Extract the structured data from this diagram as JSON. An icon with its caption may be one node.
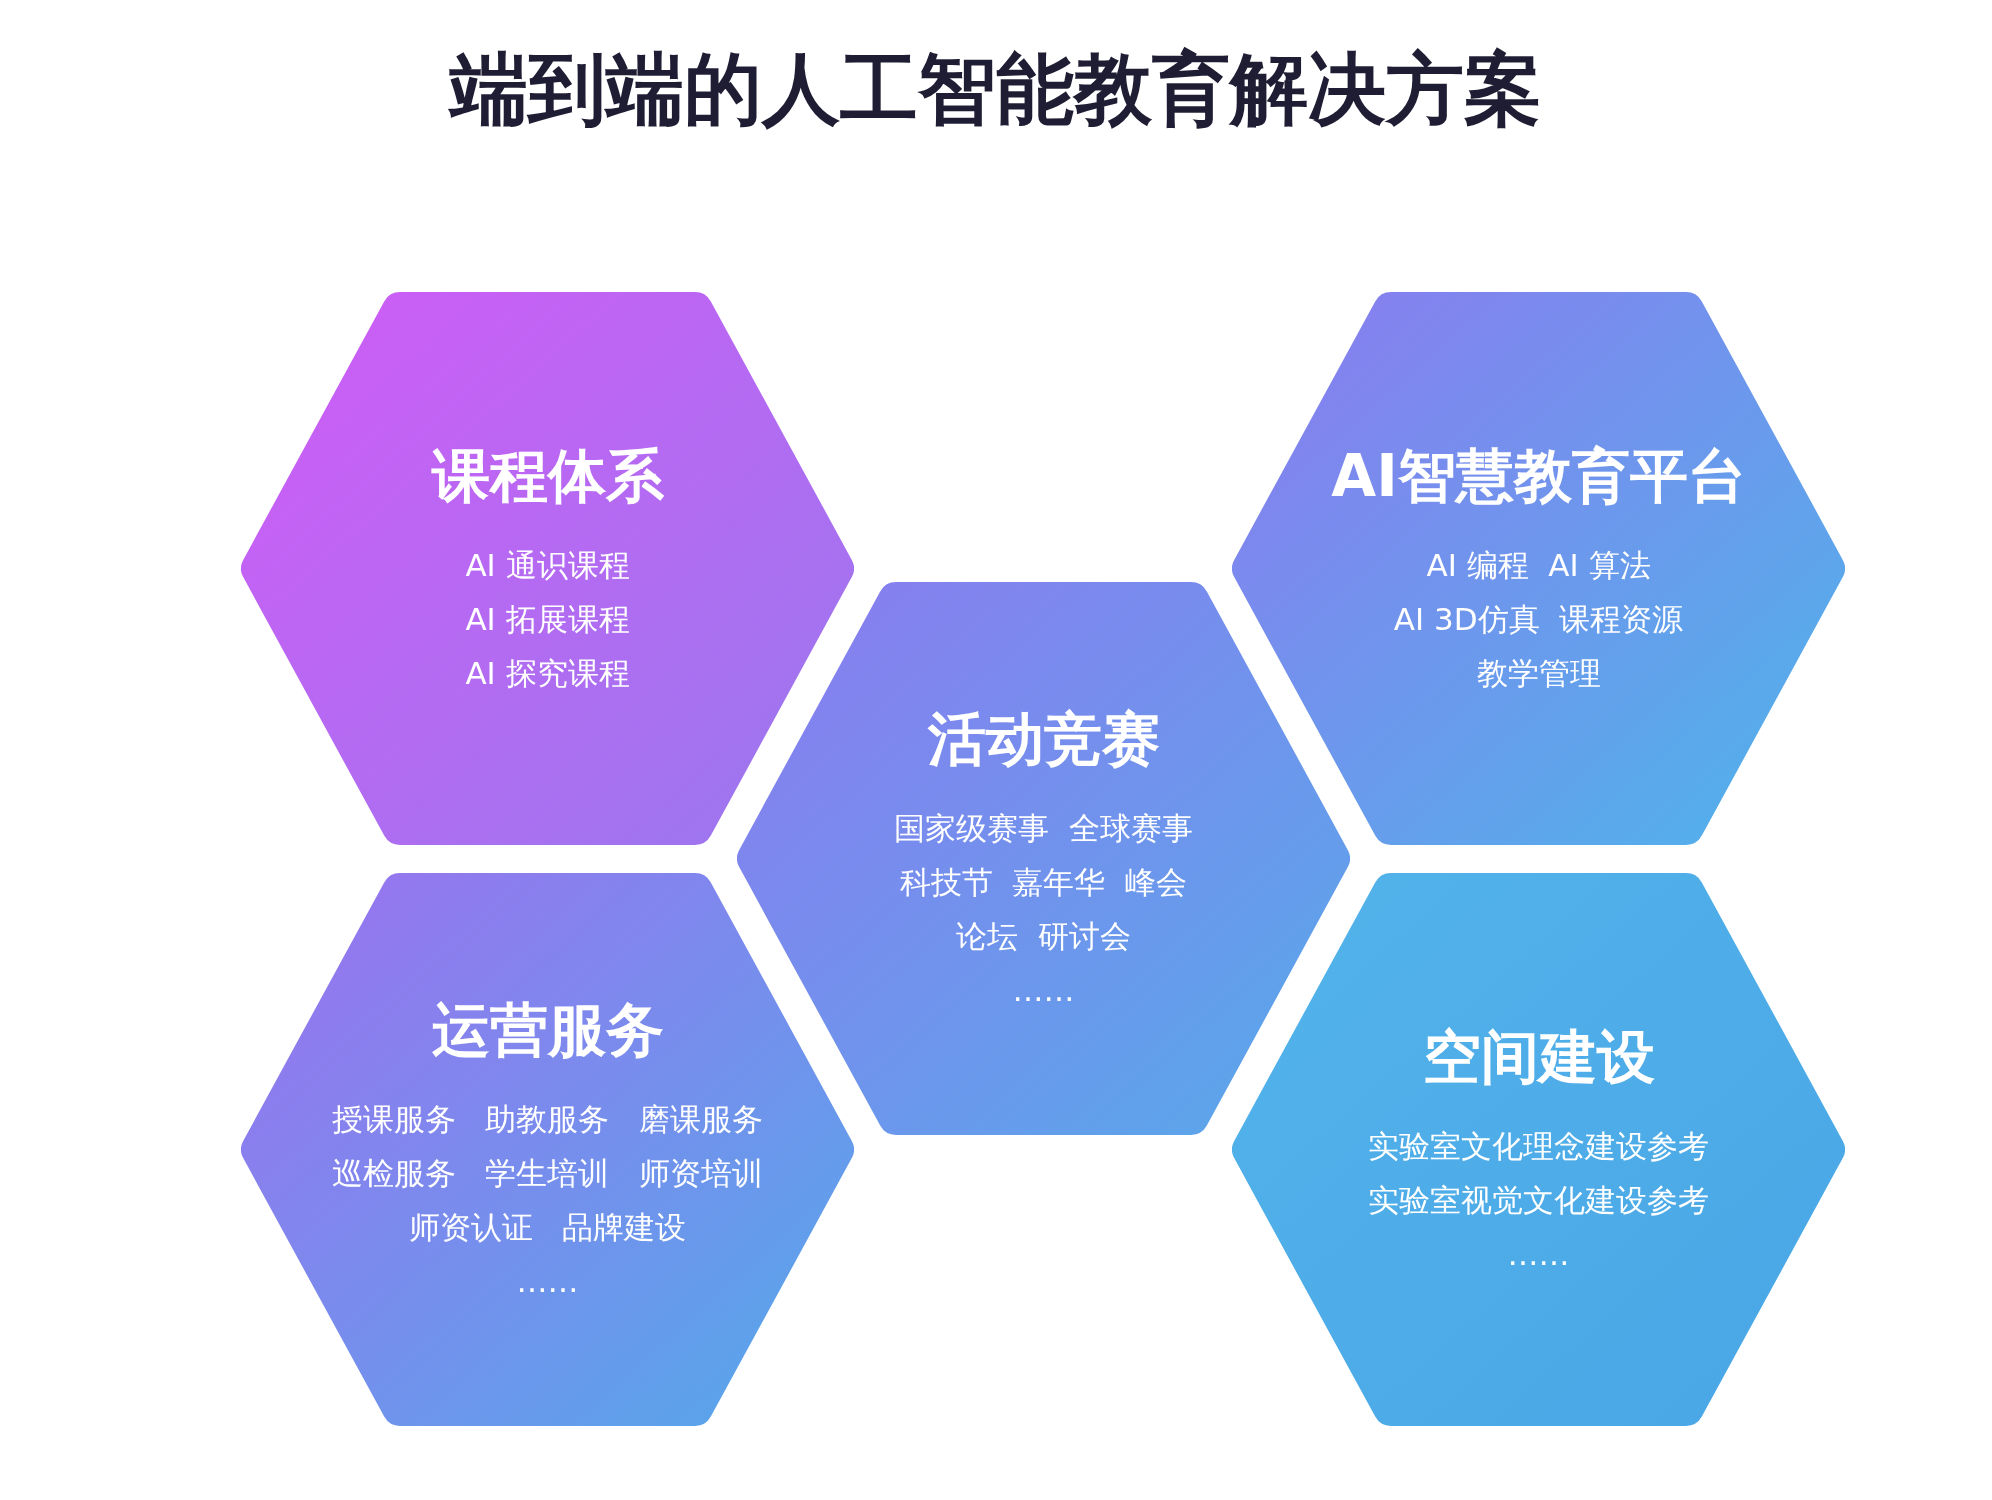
{
  "diagram": {
    "title": "端到端的人工智能教育解决方案",
    "nodes": [
      {
        "text": [
          "课程体系",
          "AI 通识课程",
          "AI 拓展课程",
          "AI 探究课程"
        ]
      },
      {
        "text": [
          "AI智慧教育平台",
          "AI 编程  AI 算法",
          "AI 3D仿真  课程资源",
          "教学管理"
        ]
      },
      {
        "text": [
          "活动竞赛",
          "国家级赛事  全球赛事",
          "科技节  嘉年华  峰会",
          "论坛  研讨会",
          "……"
        ]
      },
      {
        "text": [
          "运营服务",
          "授课服务   助教服务   磨课服务",
          "巡检服务   学生培训   师资培训",
          "师资认证   品牌建设",
          "……"
        ]
      },
      {
        "text": [
          "空间建设",
          "实验室文化理念建设参考",
          "实验室视觉文化建设参考",
          "……"
        ]
      }
    ]
  }
}
